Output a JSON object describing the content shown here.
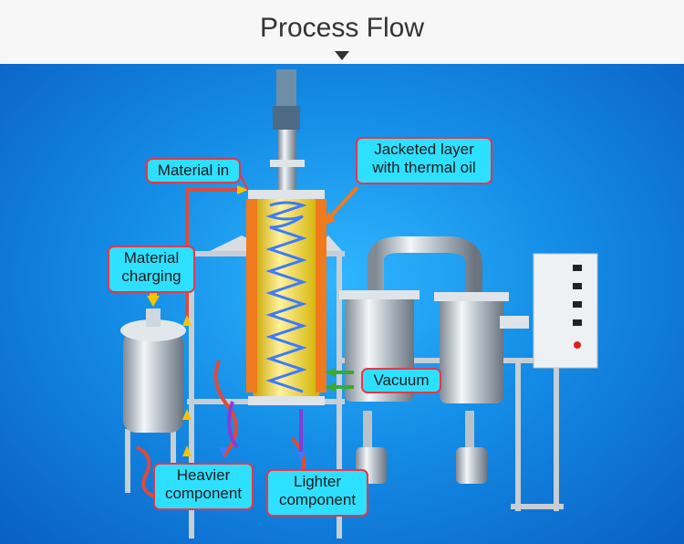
{
  "title": "Process Flow",
  "labels": {
    "material_in": "Material in",
    "jacketed_line1": "Jacketed layer",
    "jacketed_line2": "with thermal oil",
    "material_charging_line1": "Material",
    "material_charging_line2": "charging",
    "vacuum": "Vacuum",
    "heavier_line1": "Heavier",
    "heavier_line2": "component",
    "lighter_line1": "Lighter",
    "lighter_line2": "component"
  },
  "colors": {
    "background_top": "#2fb6ff",
    "background_bottom": "#0a5fc4",
    "callout_fill": "#2ee0ff",
    "callout_border": "#e8364b",
    "jacket": "#f07a1e",
    "heating_coil": "#3b7bff",
    "flow_arrow": "#f5c400"
  }
}
